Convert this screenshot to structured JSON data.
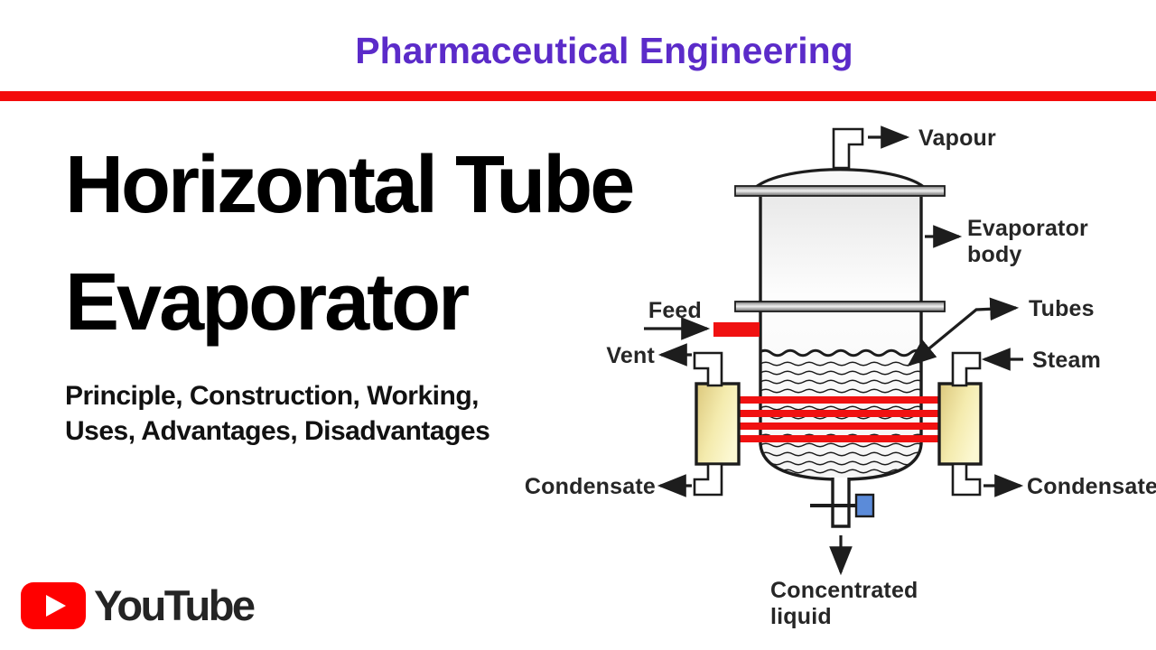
{
  "header": {
    "title": "Pharmaceutical Engineering",
    "accent_color": "#5B2BC9",
    "divider_color": "#F30C0C"
  },
  "main": {
    "title_line1": "Horizontal Tube",
    "title_line2": "Evaporator",
    "subtitle_line1": "Principle, Construction, Working,",
    "subtitle_line2": "Uses, Advantages, Disadvantages"
  },
  "diagram": {
    "labels": {
      "vapour": "Vapour",
      "evaporator_body_line1": "Evaporator",
      "evaporator_body_line2": "body",
      "tubes": "Tubes",
      "steam": "Steam",
      "condensate_right": "Condensate",
      "condensate_left": "Condensate",
      "vent": "Vent",
      "feed": "Feed",
      "concentrated_line1": "Concentrated",
      "concentrated_line2": "liquid"
    },
    "colors": {
      "tube_red": "#F01111",
      "feed_red": "#F01111",
      "steam_chest_yellow": "#F6EDB5",
      "valve_blue": "#5B8BD9"
    }
  },
  "footer": {
    "brand": "YouTube"
  }
}
